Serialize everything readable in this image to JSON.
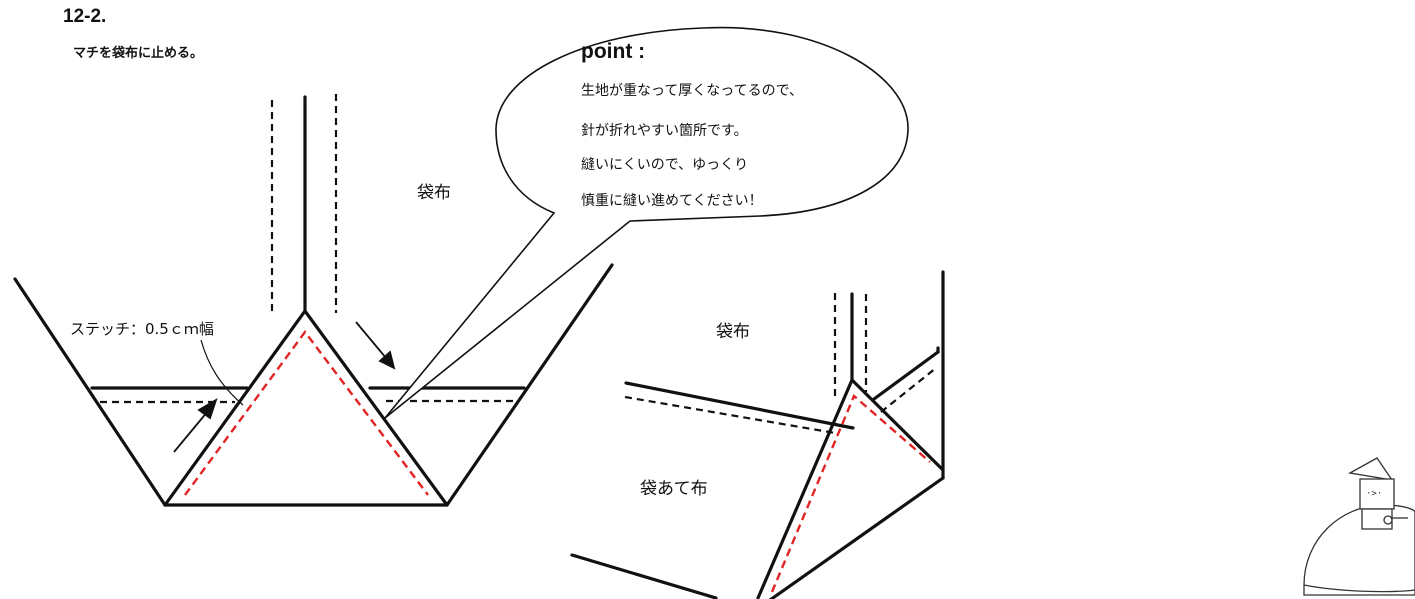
{
  "header": {
    "step_number": "12-2.",
    "step_title": "マチを袋布に止める。"
  },
  "left_figure": {
    "pocket_label": "袋布",
    "stitch_label": "ステッチ：0.5ｃｍ幅"
  },
  "callout": {
    "title": "point :",
    "lines": [
      "生地が重なって厚くなってるので、",
      "針が折れやすい箇所です。",
      "縫いにくいので、ゆっくり",
      "慎重に縫い進めてください！"
    ]
  },
  "right_figure": {
    "pocket_label": "袋布",
    "patch_label": "袋あて布"
  },
  "colors": {
    "line": "#111111",
    "stitch_red": "#e02424"
  },
  "mascot_icon": "wizard-hat-character-icon"
}
